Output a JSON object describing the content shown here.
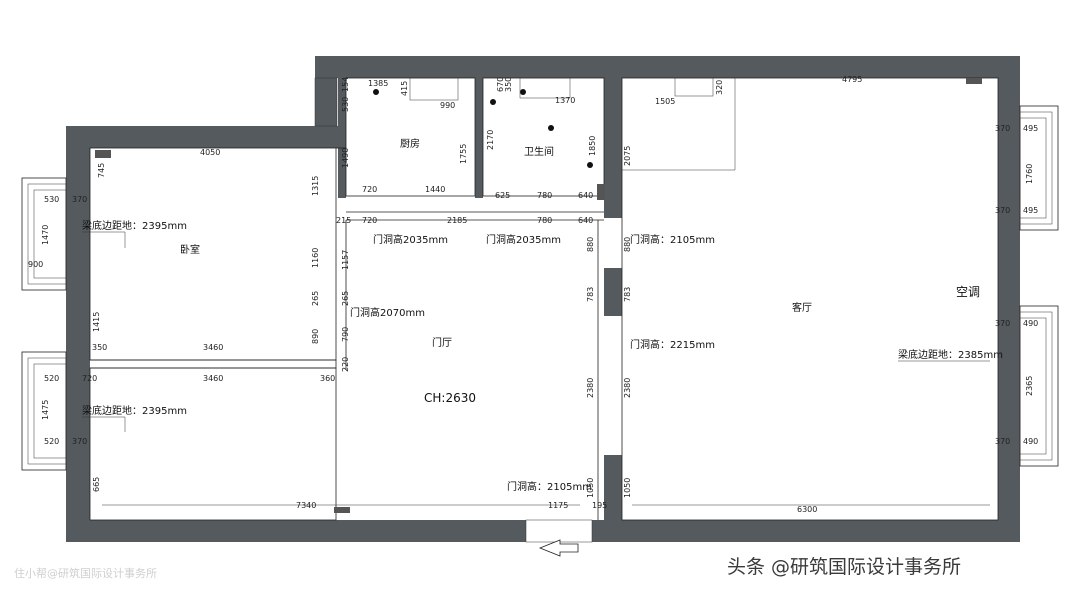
{
  "rooms": {
    "bedroom": "卧室",
    "kitchen": "厨房",
    "bathroom": "卫生间",
    "hall": "门厅",
    "living": "客厅",
    "ac": "空调"
  },
  "notes": {
    "ceiling_height": "CH:2630",
    "beam_bedroom_1": "梁底边距地：2395mm",
    "beam_bedroom_2": "梁底边距地：2395mm",
    "beam_living": "梁底边距地：2385mm",
    "door_kitchen": "门洞高2035mm",
    "door_bath": "门洞高2035mm",
    "door_bedroom": "门洞高2070mm",
    "door_living_1": "门洞高：2105mm",
    "door_living_2": "门洞高：2215mm",
    "door_entry": "门洞高：2105mm"
  },
  "dims": {
    "d4050": "4050",
    "d745": "745",
    "d1315": "1315",
    "d530a": "530",
    "d370a": "370",
    "d1470": "1470",
    "d900": "900",
    "d1160": "1160",
    "d1157": "1157",
    "d265a": "265",
    "d265b": "265",
    "d1415": "1415",
    "d350": "350",
    "d3460a": "3460",
    "d890": "890",
    "d790": "790",
    "d220": "220",
    "d520a": "520",
    "d720a": "720",
    "d3460b": "3460",
    "d360": "360",
    "d1475": "1475",
    "d520b": "520",
    "d370b": "370",
    "d665": "665",
    "d7340": "7340",
    "d1175": "1175",
    "d195": "195",
    "d1050a": "1050",
    "d1050b": "1050",
    "d2380a": "2380",
    "d2380b": "2380",
    "d783a": "783",
    "d783b": "783",
    "d880a": "880",
    "d880b": "880",
    "d1385": "1385",
    "d415": "415",
    "d990": "990",
    "d154": "154",
    "d530b": "530",
    "d1490": "1490",
    "d1755": "1755",
    "d720b": "720",
    "d1440": "1440",
    "d215": "215",
    "d720c": "720",
    "d2185": "2185",
    "d780a": "780",
    "d640a": "640",
    "d670": "670",
    "d350b": "350",
    "d1370": "1370",
    "d2170": "2170",
    "d1850": "1850",
    "d625": "625",
    "d780b": "780",
    "d640b": "640",
    "d1505": "1505",
    "d320": "320",
    "d2075": "2075",
    "d4795": "4795",
    "d370c": "370",
    "d495a": "495",
    "d1760": "1760",
    "d370d": "370",
    "d495b": "495",
    "d370e": "370",
    "d490a": "490",
    "d2365": "2365",
    "d370f": "370",
    "d490b": "490",
    "d6300": "6300"
  },
  "watermarks": {
    "left": "住小帮@研筑国际设计事务所",
    "right": "头条 @研筑国际设计事务所"
  }
}
